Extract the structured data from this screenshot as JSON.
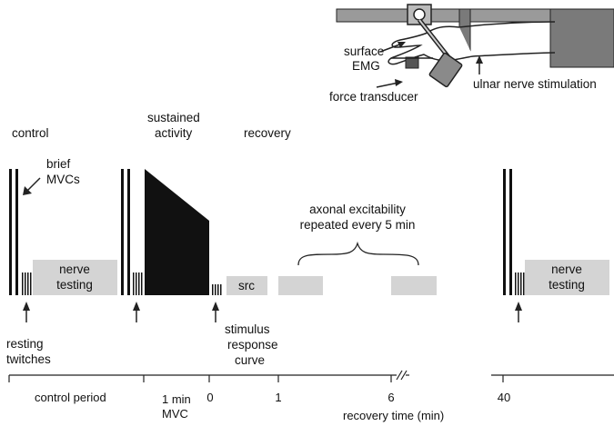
{
  "phase_labels": {
    "control": "control",
    "sustained_1": "sustained",
    "sustained_2": "activity",
    "recovery": "recovery"
  },
  "annotations": {
    "brief_1": "brief",
    "brief_2": "MVCs",
    "axonal_1": "axonal excitability",
    "axonal_2": "repeated every 5 min",
    "nerve_1": "nerve",
    "nerve_2": "testing",
    "src": "src",
    "resting_1": "resting",
    "resting_2": "twitches",
    "stimulus_1": "stimulus",
    "stimulus_2": "response",
    "stimulus_3": "curve"
  },
  "apparatus_labels": {
    "surface_1": "surface",
    "surface_2": "EMG",
    "force": "force transducer",
    "ulnar": "ulnar nerve stimulation"
  },
  "timeline": {
    "control_period": "control period",
    "one_min": "1 min",
    "mvc": "MVC",
    "tick_0": "0",
    "tick_1": "1",
    "tick_6": "6",
    "tick_40": "40",
    "recovery_time": "recovery time (min)"
  },
  "colors": {
    "block_gray": "#d4d4d4",
    "ink": "#111111",
    "forearm": "#7a7a7a"
  }
}
